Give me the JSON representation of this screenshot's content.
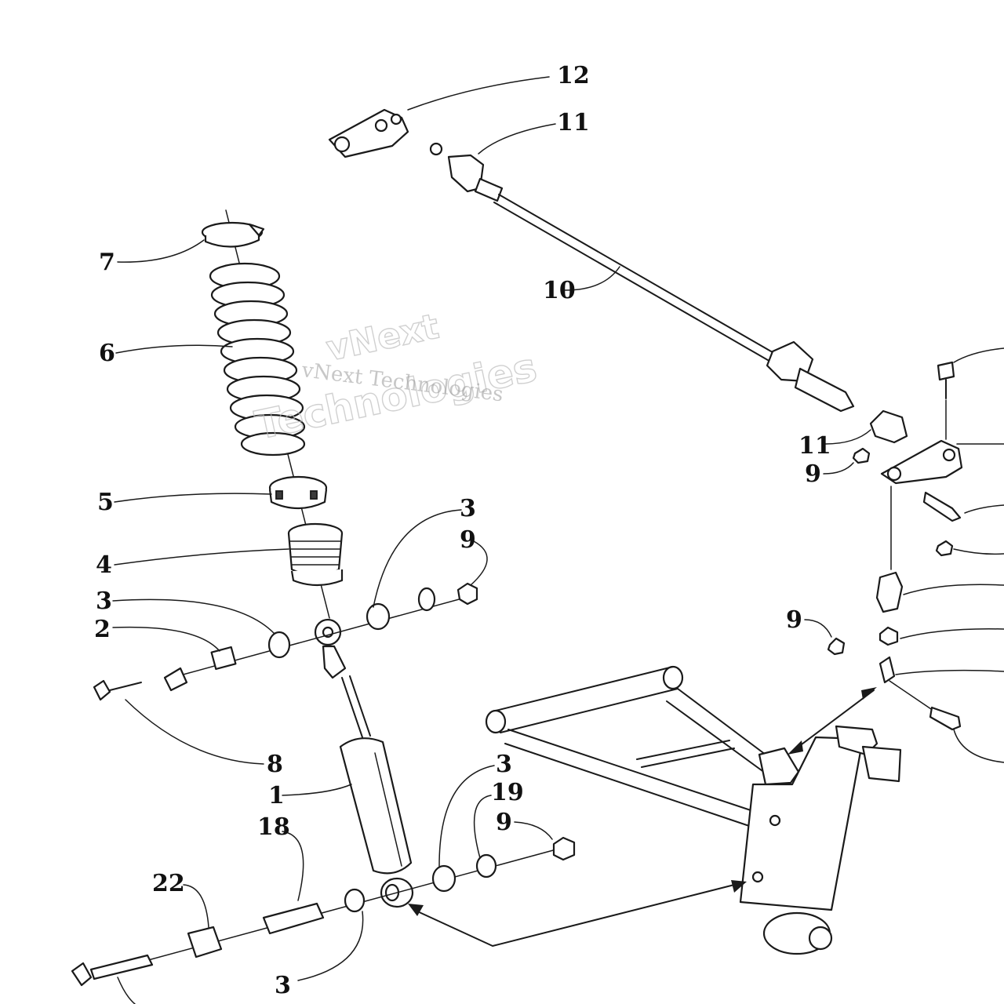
{
  "watermark": {
    "line1": "vNext",
    "line2": "Technologies",
    "line3": "vNext Technologies"
  },
  "callouts": [
    {
      "id": "c12",
      "label": "12"
    },
    {
      "id": "c11a",
      "label": "11"
    },
    {
      "id": "c10",
      "label": "10"
    },
    {
      "id": "c11b",
      "label": "11"
    },
    {
      "id": "c9a",
      "label": "9"
    },
    {
      "id": "c7",
      "label": "7"
    },
    {
      "id": "c6",
      "label": "6"
    },
    {
      "id": "c5",
      "label": "5"
    },
    {
      "id": "c4",
      "label": "4"
    },
    {
      "id": "c3a",
      "label": "3"
    },
    {
      "id": "c9b",
      "label": "9"
    },
    {
      "id": "c3b",
      "label": "3"
    },
    {
      "id": "c2",
      "label": "2"
    },
    {
      "id": "c9c",
      "label": "9"
    },
    {
      "id": "c8",
      "label": "8"
    },
    {
      "id": "c1",
      "label": "1"
    },
    {
      "id": "c3c",
      "label": "3"
    },
    {
      "id": "c19",
      "label": "19"
    },
    {
      "id": "c9d",
      "label": "9"
    },
    {
      "id": "c18",
      "label": "18"
    },
    {
      "id": "c22",
      "label": "22"
    },
    {
      "id": "c3d",
      "label": "3"
    }
  ]
}
